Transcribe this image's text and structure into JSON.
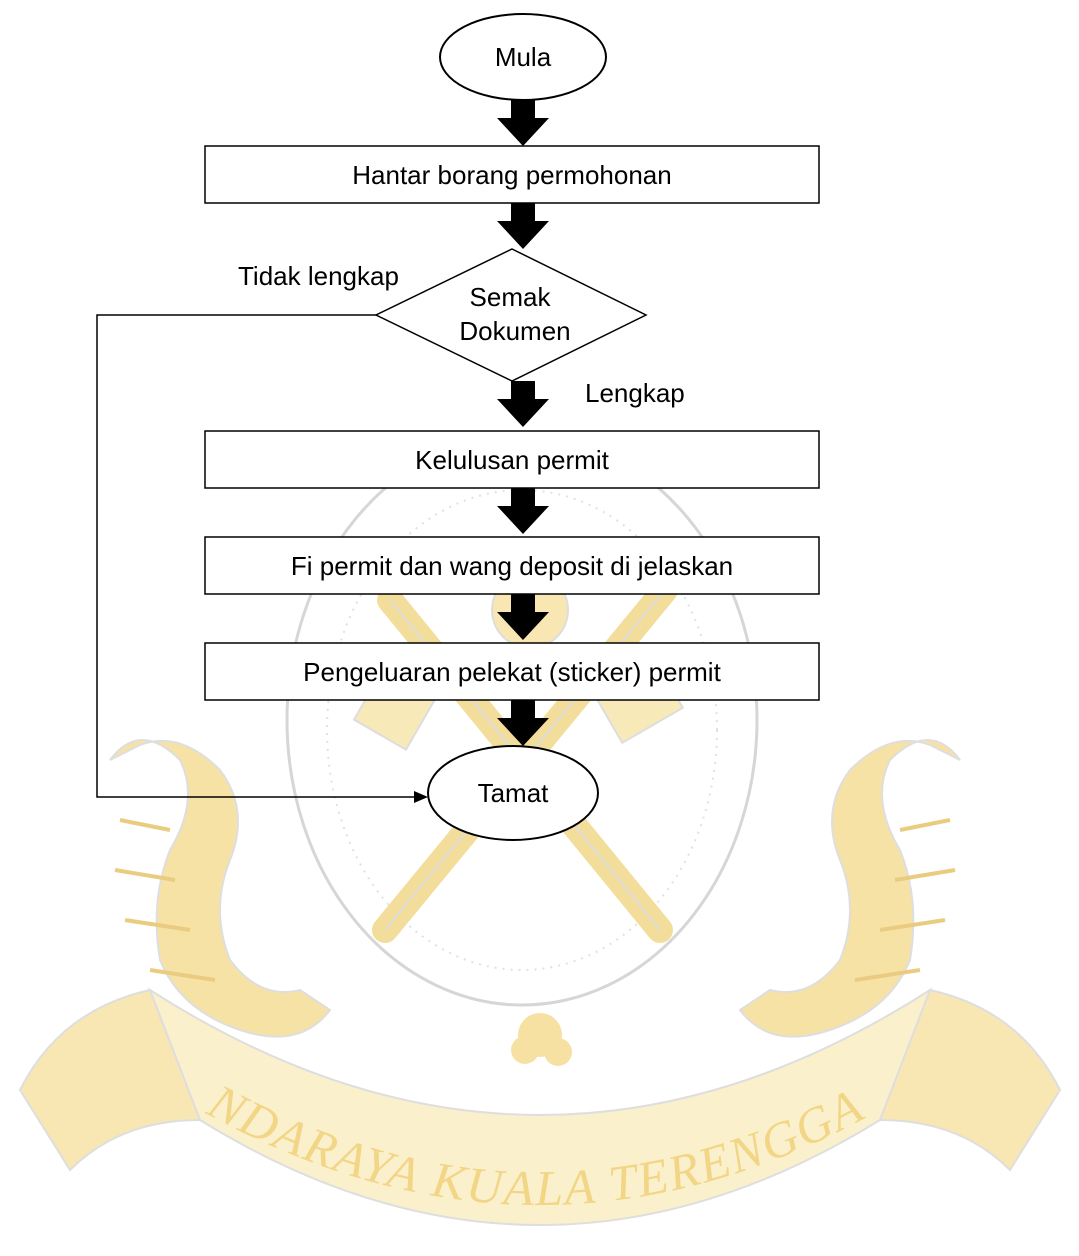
{
  "watermark": {
    "text": "BANDARAYA KUALA TERENGGANU",
    "color": "#f7e3a6",
    "stroke_color": "#e9c96e",
    "outline_color": "#d9d9d9"
  },
  "flowchart": {
    "nodes": {
      "start": "Mula",
      "submit": "Hantar borang permohonan",
      "check_line1": "Semak",
      "check_line2": "Dokumen",
      "approval": "Kelulusan permit",
      "payment": "Fi permit dan wang deposit di jelaskan",
      "sticker": "Pengeluaran pelekat (sticker) permit",
      "end": "Tamat"
    },
    "edge_labels": {
      "incomplete": "Tidak lengkap",
      "complete": "Lengkap"
    },
    "line_color": "#000000"
  }
}
